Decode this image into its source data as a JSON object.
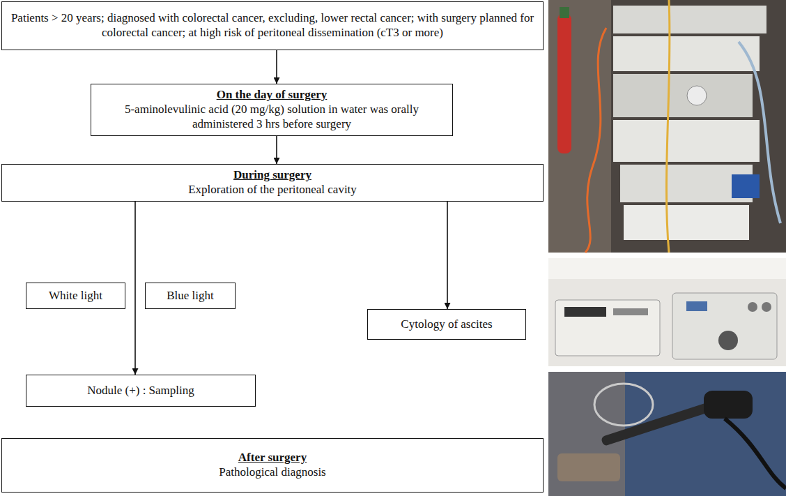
{
  "diagram": {
    "nodes": [
      {
        "text": [
          "Patients > 20 years; diagnosed with colorectal cancer, excluding, lower rectal cancer; with surgery planned for colorectal cancer; at high risk of peritoneal dissemination (cT3 or more)"
        ]
      },
      {
        "text": [
          "On the day of surgery",
          "5-aminolevulinic acid (20 mg/kg) solution in water was orally administered 3 hrs before surgery"
        ]
      },
      {
        "text": [
          "During surgery",
          "Exploration of the peritoneal cavity"
        ]
      },
      {
        "text": [
          "White light"
        ]
      },
      {
        "text": [
          "Blue light"
        ]
      },
      {
        "text": [
          "Cytology of ascites"
        ]
      },
      {
        "text": [
          "Nodule (+) : Sampling"
        ]
      },
      {
        "text": [
          "After surgery",
          "Pathological diagnosis"
        ]
      }
    ],
    "edges": [
      {
        "from": 0,
        "to": 1,
        "arrow": "to"
      },
      {
        "from": 1,
        "to": 2,
        "arrow": "to"
      },
      {
        "from": 2,
        "to": 6,
        "arrow": "to"
      },
      {
        "from": 2,
        "to": 5,
        "arrow": "to"
      }
    ]
  }
}
